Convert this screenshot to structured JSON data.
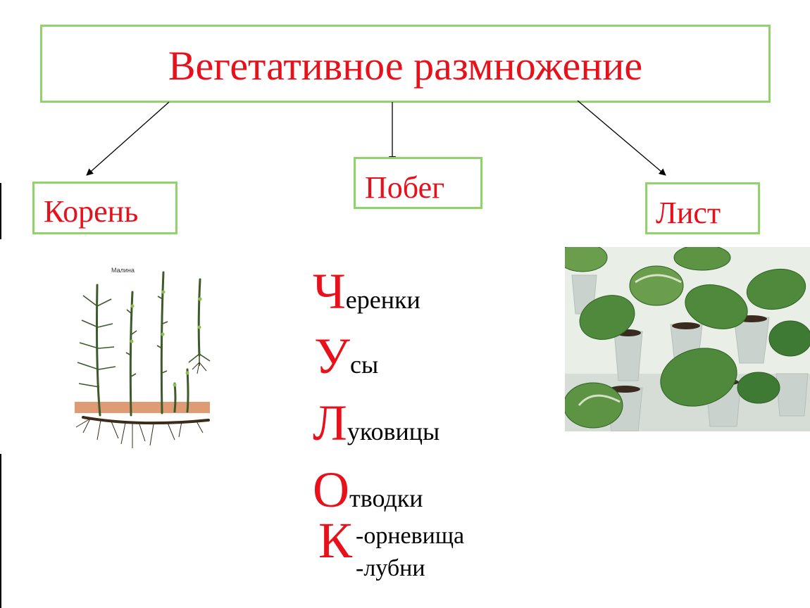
{
  "title": "Вегетативное размножение",
  "categories": {
    "root": "Корень",
    "shoot": "Побег",
    "leaf": "Лист"
  },
  "mnemonic": [
    {
      "letter": "Ч",
      "rest": "еренки"
    },
    {
      "letter": "У",
      "rest": "сы"
    },
    {
      "letter": "Л",
      "rest": "уковицы"
    },
    {
      "letter": "О",
      "rest": "тводки"
    },
    {
      "letter": "К",
      "rest": ""
    }
  ],
  "k_items": [
    "-орневища",
    "-лубни"
  ],
  "raspberry_label": "Малина",
  "colors": {
    "accent_red": "#e8101a",
    "box_border": "#8fd36a",
    "plant_green": "#4f8a3c",
    "soil": "#d98a5a"
  }
}
